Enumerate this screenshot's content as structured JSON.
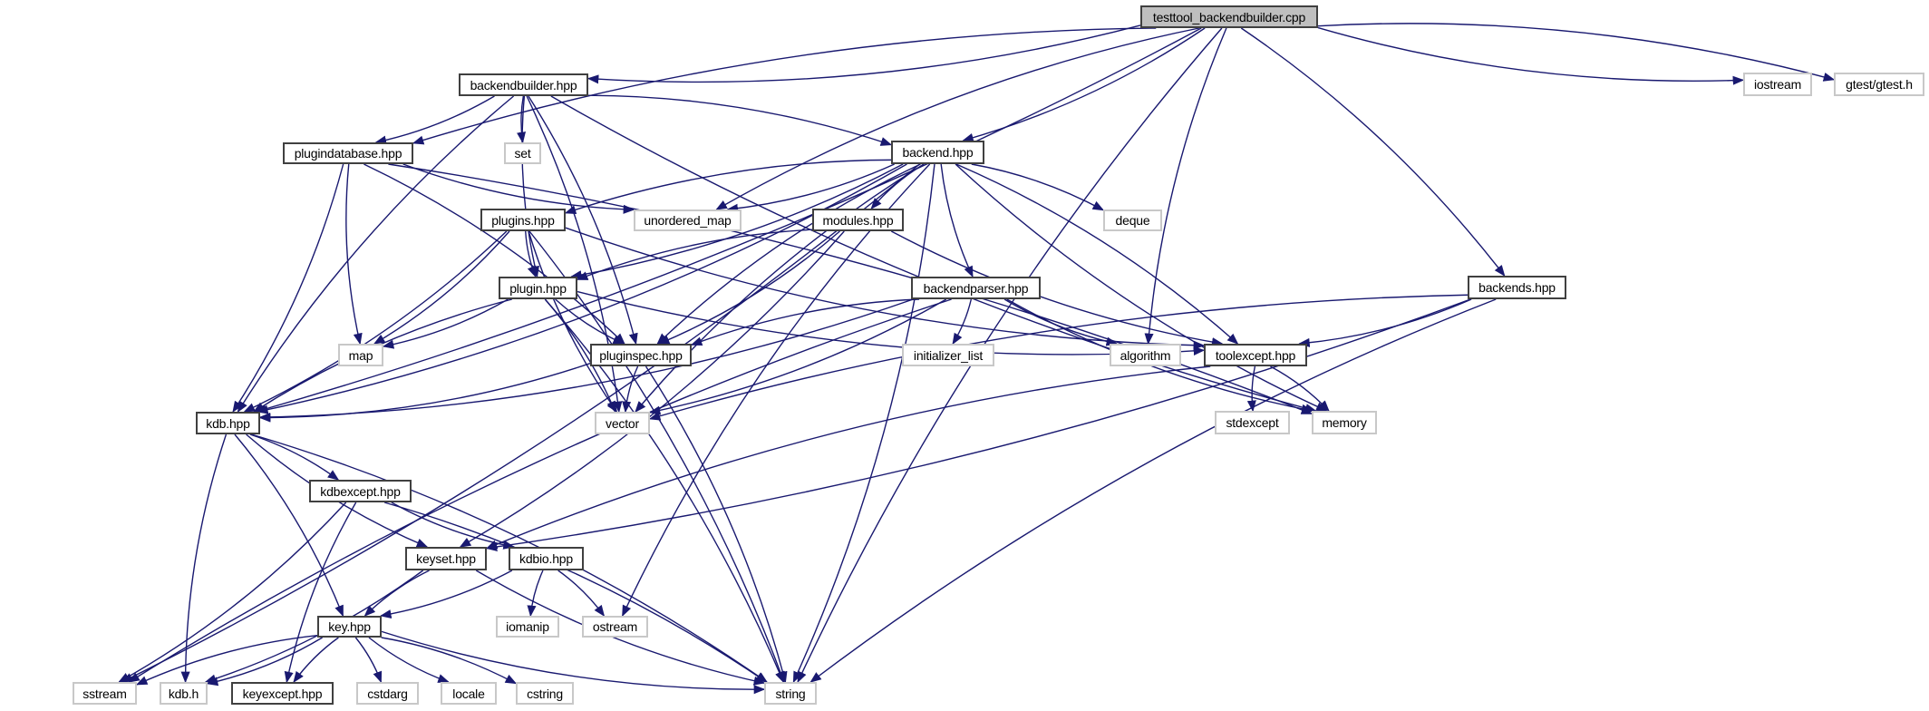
{
  "title": "testtool_backendbuilder.cpp include dependency graph",
  "colors": {
    "edge": "#191970",
    "root_fill": "#bfbfbf",
    "local_border": "#404040",
    "system_border": "#c8c8c8"
  },
  "nodes": [
    {
      "id": "root",
      "label": "testtool_backendbuilder.cpp",
      "kind": "root"
    },
    {
      "id": "backendbuilder",
      "label": "backendbuilder.hpp",
      "kind": "local"
    },
    {
      "id": "iostream",
      "label": "iostream",
      "kind": "system"
    },
    {
      "id": "gtest",
      "label": "gtest/gtest.h",
      "kind": "system"
    },
    {
      "id": "plugindatabase",
      "label": "plugindatabase.hpp",
      "kind": "local"
    },
    {
      "id": "set",
      "label": "set",
      "kind": "system"
    },
    {
      "id": "backend",
      "label": "backend.hpp",
      "kind": "local"
    },
    {
      "id": "unordered_map",
      "label": "unordered_map",
      "kind": "system"
    },
    {
      "id": "plugins",
      "label": "plugins.hpp",
      "kind": "local"
    },
    {
      "id": "modules",
      "label": "modules.hpp",
      "kind": "local"
    },
    {
      "id": "deque",
      "label": "deque",
      "kind": "system"
    },
    {
      "id": "plugin",
      "label": "plugin.hpp",
      "kind": "local"
    },
    {
      "id": "backendparser",
      "label": "backendparser.hpp",
      "kind": "local"
    },
    {
      "id": "backends",
      "label": "backends.hpp",
      "kind": "local"
    },
    {
      "id": "map",
      "label": "map",
      "kind": "system"
    },
    {
      "id": "pluginspec",
      "label": "pluginspec.hpp",
      "kind": "local"
    },
    {
      "id": "initializer_list",
      "label": "initializer_list",
      "kind": "system"
    },
    {
      "id": "algorithm",
      "label": "algorithm",
      "kind": "system"
    },
    {
      "id": "toolexcept",
      "label": "toolexcept.hpp",
      "kind": "local"
    },
    {
      "id": "kdb",
      "label": "kdb.hpp",
      "kind": "local"
    },
    {
      "id": "vector",
      "label": "vector",
      "kind": "system"
    },
    {
      "id": "stdexcept",
      "label": "stdexcept",
      "kind": "system"
    },
    {
      "id": "memory",
      "label": "memory",
      "kind": "system"
    },
    {
      "id": "kdbexcept",
      "label": "kdbexcept.hpp",
      "kind": "local"
    },
    {
      "id": "keyset",
      "label": "keyset.hpp",
      "kind": "local"
    },
    {
      "id": "kdbio",
      "label": "kdbio.hpp",
      "kind": "local"
    },
    {
      "id": "key",
      "label": "key.hpp",
      "kind": "local"
    },
    {
      "id": "iomanip",
      "label": "iomanip",
      "kind": "system"
    },
    {
      "id": "ostream",
      "label": "ostream",
      "kind": "system"
    },
    {
      "id": "sstream",
      "label": "sstream",
      "kind": "system"
    },
    {
      "id": "kdb_h",
      "label": "kdb.h",
      "kind": "system"
    },
    {
      "id": "keyexcept",
      "label": "keyexcept.hpp",
      "kind": "local"
    },
    {
      "id": "cstdarg",
      "label": "cstdarg",
      "kind": "system"
    },
    {
      "id": "locale",
      "label": "locale",
      "kind": "system"
    },
    {
      "id": "cstring",
      "label": "cstring",
      "kind": "system"
    },
    {
      "id": "string",
      "label": "string",
      "kind": "system"
    }
  ],
  "edges": [
    [
      "root",
      "backendbuilder"
    ],
    [
      "root",
      "plugindatabase"
    ],
    [
      "root",
      "backend"
    ],
    [
      "root",
      "unordered_map"
    ],
    [
      "root",
      "kdb"
    ],
    [
      "root",
      "algorithm"
    ],
    [
      "root",
      "backends"
    ],
    [
      "root",
      "iostream"
    ],
    [
      "root",
      "gtest"
    ],
    [
      "root",
      "string"
    ],
    [
      "backendbuilder",
      "plugindatabase"
    ],
    [
      "backendbuilder",
      "set"
    ],
    [
      "backendbuilder",
      "backend"
    ],
    [
      "backendbuilder",
      "kdb"
    ],
    [
      "backendbuilder",
      "vector"
    ],
    [
      "backendbuilder",
      "plugin"
    ],
    [
      "backendbuilder",
      "pluginspec"
    ],
    [
      "backendbuilder",
      "memory"
    ],
    [
      "plugindatabase",
      "kdb"
    ],
    [
      "plugindatabase",
      "map"
    ],
    [
      "plugindatabase",
      "pluginspec"
    ],
    [
      "plugindatabase",
      "unordered_map"
    ],
    [
      "plugindatabase",
      "memory"
    ],
    [
      "backend",
      "plugins"
    ],
    [
      "backend",
      "unordered_map"
    ],
    [
      "backend",
      "modules"
    ],
    [
      "backend",
      "deque"
    ],
    [
      "backend",
      "backendparser"
    ],
    [
      "backend",
      "plugin"
    ],
    [
      "backend",
      "pluginspec"
    ],
    [
      "backend",
      "kdb"
    ],
    [
      "backend",
      "vector"
    ],
    [
      "backend",
      "toolexcept"
    ],
    [
      "backend",
      "memory"
    ],
    [
      "backend",
      "string"
    ],
    [
      "backend",
      "ostream"
    ],
    [
      "backend",
      "sstream"
    ],
    [
      "plugins",
      "plugin"
    ],
    [
      "plugins",
      "map"
    ],
    [
      "plugins",
      "vector"
    ],
    [
      "plugins",
      "kdb"
    ],
    [
      "plugins",
      "toolexcept"
    ],
    [
      "plugins",
      "string"
    ],
    [
      "modules",
      "plugin"
    ],
    [
      "modules",
      "pluginspec"
    ],
    [
      "modules",
      "toolexcept"
    ],
    [
      "modules",
      "keyset"
    ],
    [
      "plugin",
      "pluginspec"
    ],
    [
      "plugin",
      "map"
    ],
    [
      "plugin",
      "kdb"
    ],
    [
      "plugin",
      "vector"
    ],
    [
      "plugin",
      "toolexcept"
    ],
    [
      "plugin",
      "string"
    ],
    [
      "backendparser",
      "pluginspec"
    ],
    [
      "backendparser",
      "initializer_list"
    ],
    [
      "backendparser",
      "algorithm"
    ],
    [
      "backendparser",
      "vector"
    ],
    [
      "backendparser",
      "memory"
    ],
    [
      "backendparser",
      "kdb"
    ],
    [
      "backendparser",
      "sstream"
    ],
    [
      "pluginspec",
      "kdb"
    ],
    [
      "pluginspec",
      "vector"
    ],
    [
      "pluginspec",
      "string"
    ],
    [
      "toolexcept",
      "stdexcept"
    ],
    [
      "toolexcept",
      "memory"
    ],
    [
      "toolexcept",
      "keyset"
    ],
    [
      "backends",
      "toolexcept"
    ],
    [
      "backends",
      "vector"
    ],
    [
      "backends",
      "keyset"
    ],
    [
      "backends",
      "string"
    ],
    [
      "kdb",
      "kdbexcept"
    ],
    [
      "kdb",
      "keyset"
    ],
    [
      "kdb",
      "key"
    ],
    [
      "kdb",
      "kdb_h"
    ],
    [
      "kdb",
      "string"
    ],
    [
      "kdbexcept",
      "kdbio"
    ],
    [
      "kdbexcept",
      "sstream"
    ],
    [
      "kdbexcept",
      "keyexcept"
    ],
    [
      "kdbexcept",
      "string"
    ],
    [
      "keyset",
      "key"
    ],
    [
      "keyset",
      "kdb_h"
    ],
    [
      "keyset",
      "string"
    ],
    [
      "kdbio",
      "key"
    ],
    [
      "kdbio",
      "iomanip"
    ],
    [
      "kdbio",
      "ostream"
    ],
    [
      "key",
      "sstream"
    ],
    [
      "key",
      "kdb_h"
    ],
    [
      "key",
      "keyexcept"
    ],
    [
      "key",
      "cstdarg"
    ],
    [
      "key",
      "locale"
    ],
    [
      "key",
      "cstring"
    ],
    [
      "key",
      "string"
    ]
  ]
}
